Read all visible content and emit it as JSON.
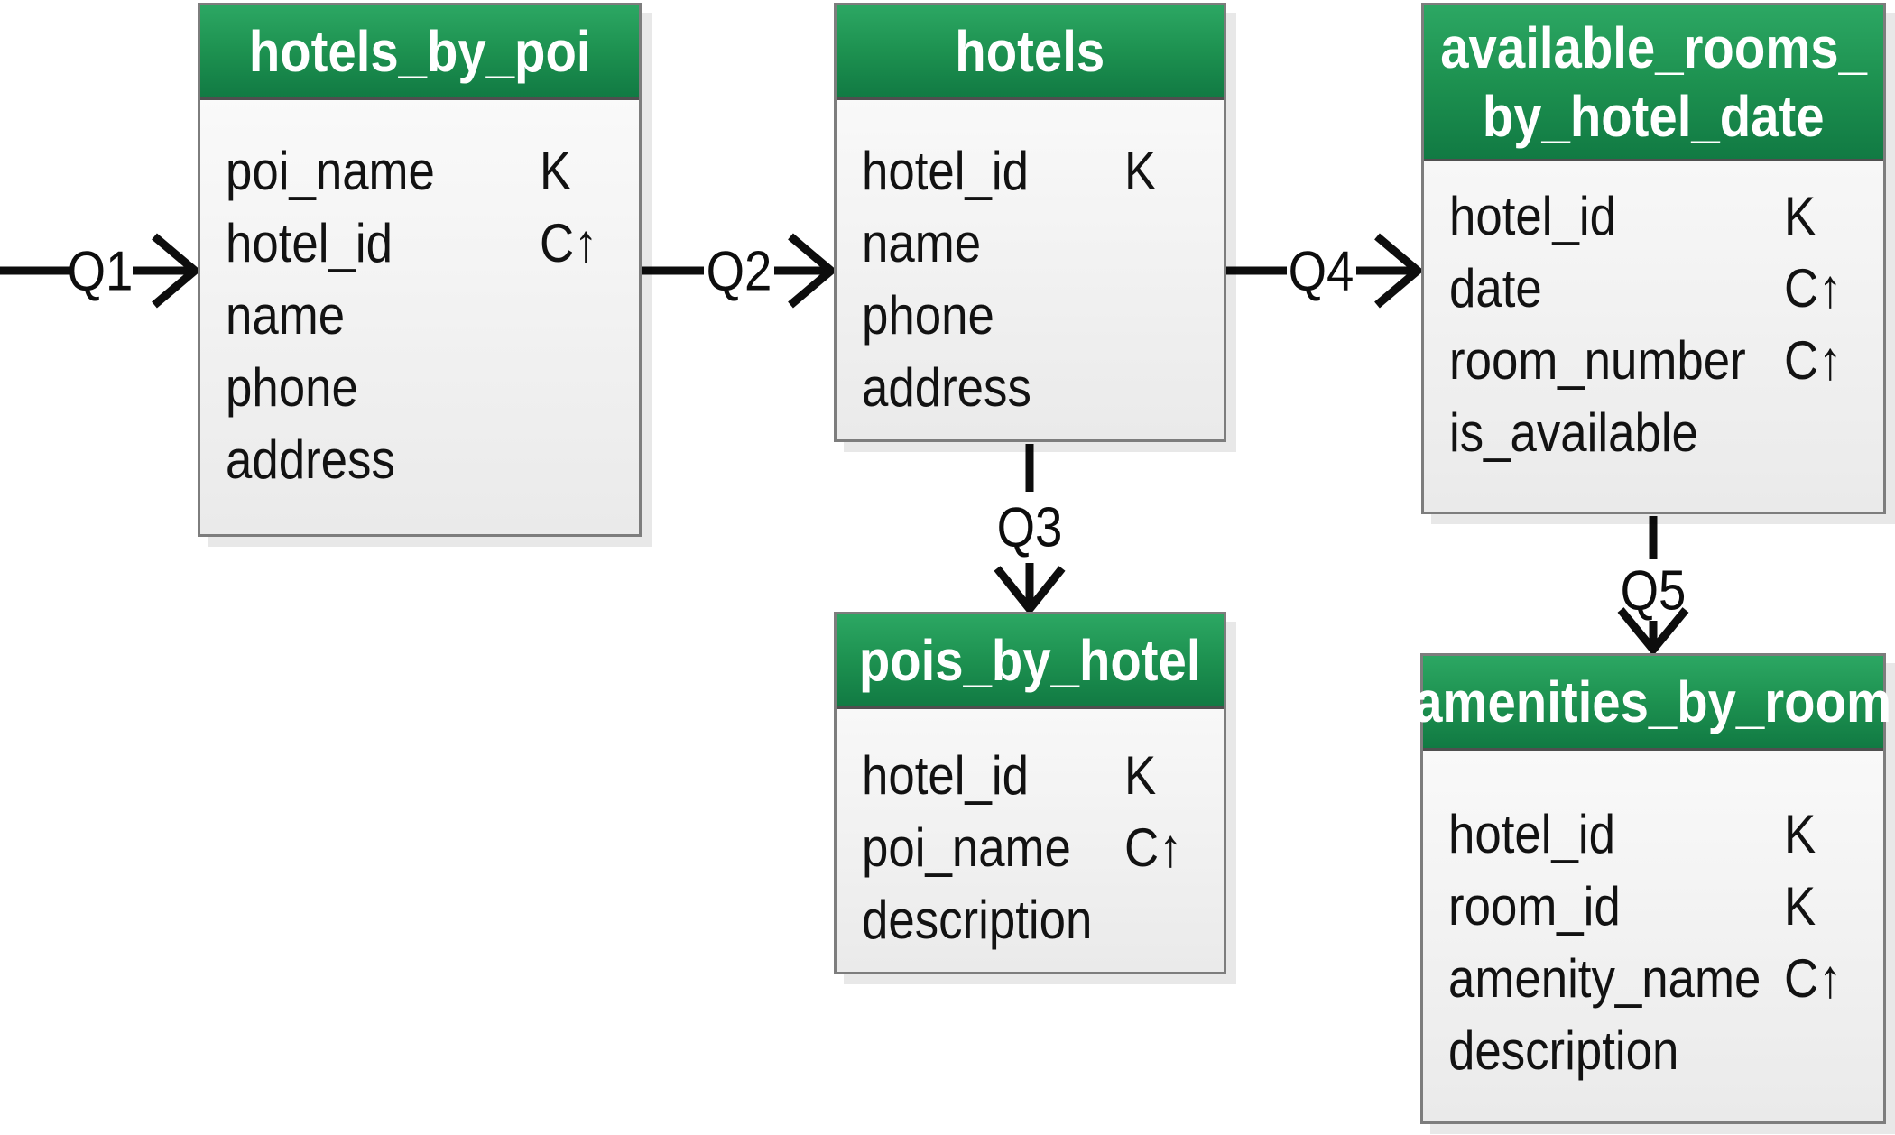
{
  "diagram": {
    "type": "database-logical-data-model",
    "colors": {
      "header_green_top": "#2ca763",
      "header_green_mid": "#1d9150",
      "header_green_bottom": "#117a43",
      "header_text": "#ffffff",
      "box_border": "#7d7d7d",
      "body_gradient_top": "#fdfdfd",
      "body_gradient_bottom": "#eaeaea",
      "line_color": "#0d0d0d",
      "field_text": "#121212"
    },
    "key_symbols": {
      "partition_key": "K",
      "clustering_column_asc": "C↑"
    },
    "tables": [
      {
        "name": "hotels_by_poi",
        "title_lines": [
          "hotels_by_poi"
        ],
        "fields": [
          {
            "name": "poi_name",
            "key": "K"
          },
          {
            "name": "hotel_id",
            "key": "C↑"
          },
          {
            "name": "name",
            "key": ""
          },
          {
            "name": "phone",
            "key": ""
          },
          {
            "name": "address",
            "key": ""
          }
        ]
      },
      {
        "name": "hotels",
        "title_lines": [
          "hotels"
        ],
        "fields": [
          {
            "name": "hotel_id",
            "key": "K"
          },
          {
            "name": "name",
            "key": ""
          },
          {
            "name": "phone",
            "key": ""
          },
          {
            "name": "address",
            "key": ""
          }
        ]
      },
      {
        "name": "available_rooms_by_hotel_date",
        "title_lines": [
          "available_rooms_",
          "by_hotel_date"
        ],
        "fields": [
          {
            "name": "hotel_id",
            "key": "K"
          },
          {
            "name": "date",
            "key": "C↑"
          },
          {
            "name": "room_number",
            "key": "C↑"
          },
          {
            "name": "is_available",
            "key": ""
          }
        ]
      },
      {
        "name": "pois_by_hotel",
        "title_lines": [
          "pois_by_hotel"
        ],
        "fields": [
          {
            "name": "hotel_id",
            "key": "K"
          },
          {
            "name": "poi_name",
            "key": "C↑"
          },
          {
            "name": "description",
            "key": ""
          }
        ]
      },
      {
        "name": "amenities_by_room",
        "title_lines": [
          "amenities_by_room"
        ],
        "fields": [
          {
            "name": "hotel_id",
            "key": "K"
          },
          {
            "name": "room_id",
            "key": "K"
          },
          {
            "name": "amenity_name",
            "key": "C↑"
          },
          {
            "name": "description",
            "key": ""
          }
        ]
      }
    ],
    "queries": [
      {
        "label": "Q1",
        "from": "start",
        "to": "hotels_by_poi"
      },
      {
        "label": "Q2",
        "from": "hotels_by_poi",
        "to": "hotels"
      },
      {
        "label": "Q3",
        "from": "hotels",
        "to": "pois_by_hotel"
      },
      {
        "label": "Q4",
        "from": "hotels",
        "to": "available_rooms_by_hotel_date"
      },
      {
        "label": "Q5",
        "from": "available_rooms_by_hotel_date",
        "to": "amenities_by_room"
      }
    ]
  }
}
